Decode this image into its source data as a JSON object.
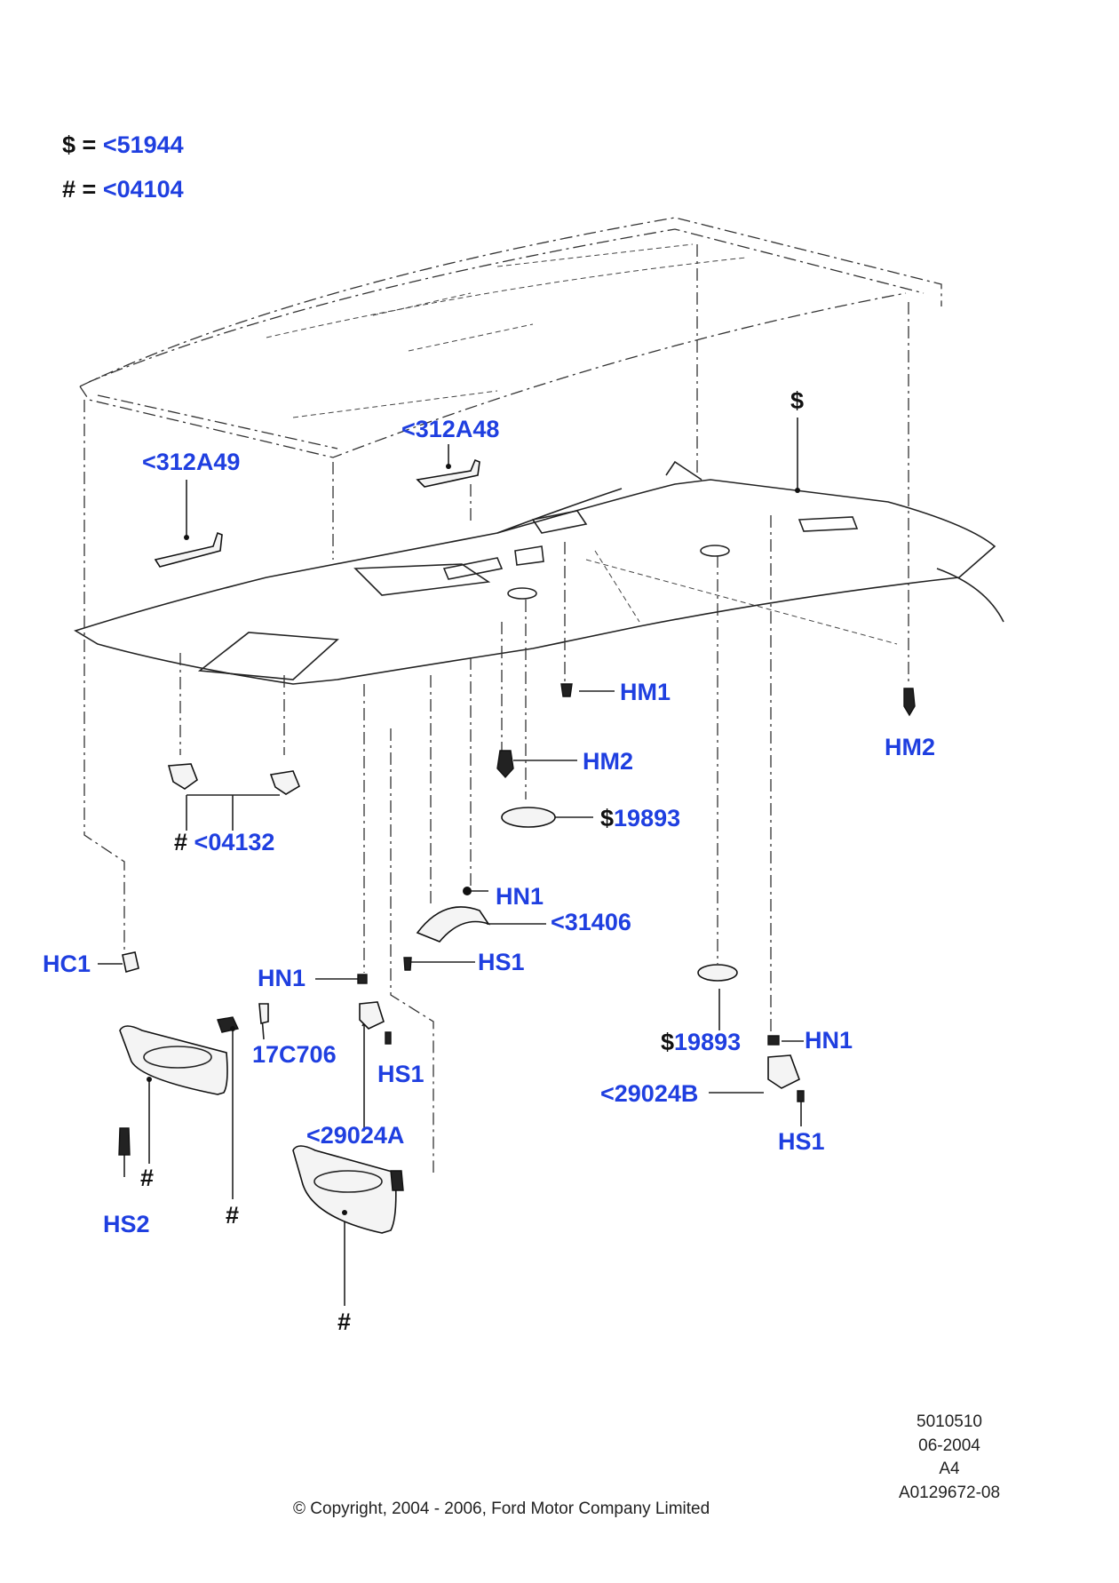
{
  "legend": {
    "dollar_symbol": "$",
    "dollar_eq": "=",
    "dollar_ref": "<51944",
    "hash_symbol": "#",
    "hash_eq": "=",
    "hash_ref": "<04104"
  },
  "callouts": {
    "p312a48": "<312A48",
    "p312a49": "<312A49",
    "dollar_roof": "$",
    "hm1": "HM1",
    "hm2_center": "HM2",
    "hm2_right": "HM2",
    "p04132_hash": "#",
    "p04132": "<04132",
    "p19893_a_sym": "$",
    "p19893_a": "19893",
    "hn1_a": "HN1",
    "p31406": "<31406",
    "hs1_a": "HS1",
    "hc1": "HC1",
    "hn1_b": "HN1",
    "p17c706": "17C706",
    "hs1_b": "HS1",
    "p29024a": "<29024A",
    "p19893_b_sym": "$",
    "p19893_b": "19893",
    "hn1_c": "HN1",
    "p29024b": "<29024B",
    "hs1_c": "HS1",
    "hash_visor_a": "#",
    "hash_visor_b": "#",
    "hs2": "HS2",
    "hash_visor_c": "#"
  },
  "footer": {
    "code1": "5010510",
    "date": "06-2004",
    "size": "A4",
    "ref": "A0129672-08",
    "copyright": "© Copyright, 2004 - 2006, Ford Motor Company Limited"
  },
  "colors": {
    "label_blue": "#1f3fe0",
    "line": "#222222"
  }
}
